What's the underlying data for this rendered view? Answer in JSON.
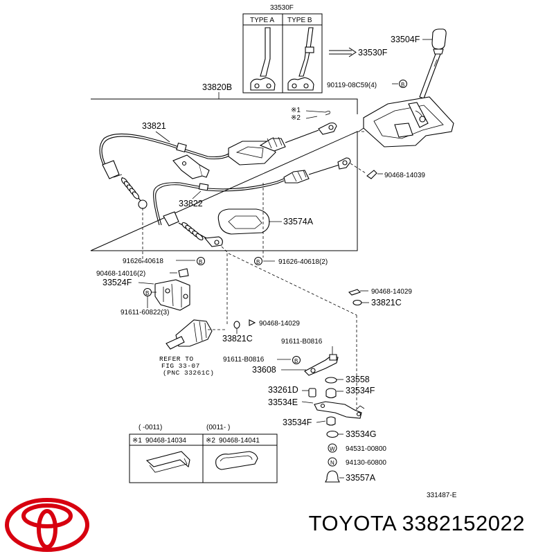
{
  "diagram": {
    "labels": {
      "p33530F_top": "33530F",
      "type_a": "TYPE A",
      "type_b": "TYPE B",
      "p33504F": "33504F",
      "p33530F_arrow": "33530F",
      "p90119": "90119-08C59(4)",
      "p33820B": "33820B",
      "mark1": "※1",
      "mark2": "※2",
      "p33821": "33821",
      "p90468_14039": "90468-14039",
      "p33822": "33822",
      "p33574A": "33574A",
      "p91626_a": "91626-40618",
      "p91626_b": "91626-40618(2)",
      "p90468_14016": "90468-14016(2)",
      "p33524F": "33524F",
      "p91611_60822": "91611-60822(3)",
      "p90468_14029a": "90468-14029",
      "p90468_14029b": "90468-14029",
      "p33821C_a": "33821C",
      "p33821C_b": "33821C",
      "ref1": "REFER TO",
      "ref2": "FIG 33-07",
      "ref3": "(PNC 33261C)",
      "p91611_B0816a": "91611-B0816",
      "p91611_B0816b": "91611-B0816",
      "p33608": "33608",
      "p33558": "33558",
      "p33261D": "33261D",
      "p33534F_a": "33534F",
      "p33534E": "33534E",
      "p33534F_b": "33534F",
      "p33534G": "33534G",
      "p94531": "94531-00800",
      "p94130": "94130-60800",
      "p33557A": "33557A",
      "range1": "( -0011)",
      "range2": "(0011- )",
      "clip1_mark": "※1",
      "clip1_part": "90468-14034",
      "clip2_mark": "※2",
      "clip2_part": "90468-14041",
      "figure_id": "331487-E",
      "b_mark": "B",
      "w_mark": "W",
      "n_mark": "N"
    }
  },
  "footer": {
    "brand_part": "TOYOTA 3382152022",
    "logo_color": "#d7000f"
  }
}
